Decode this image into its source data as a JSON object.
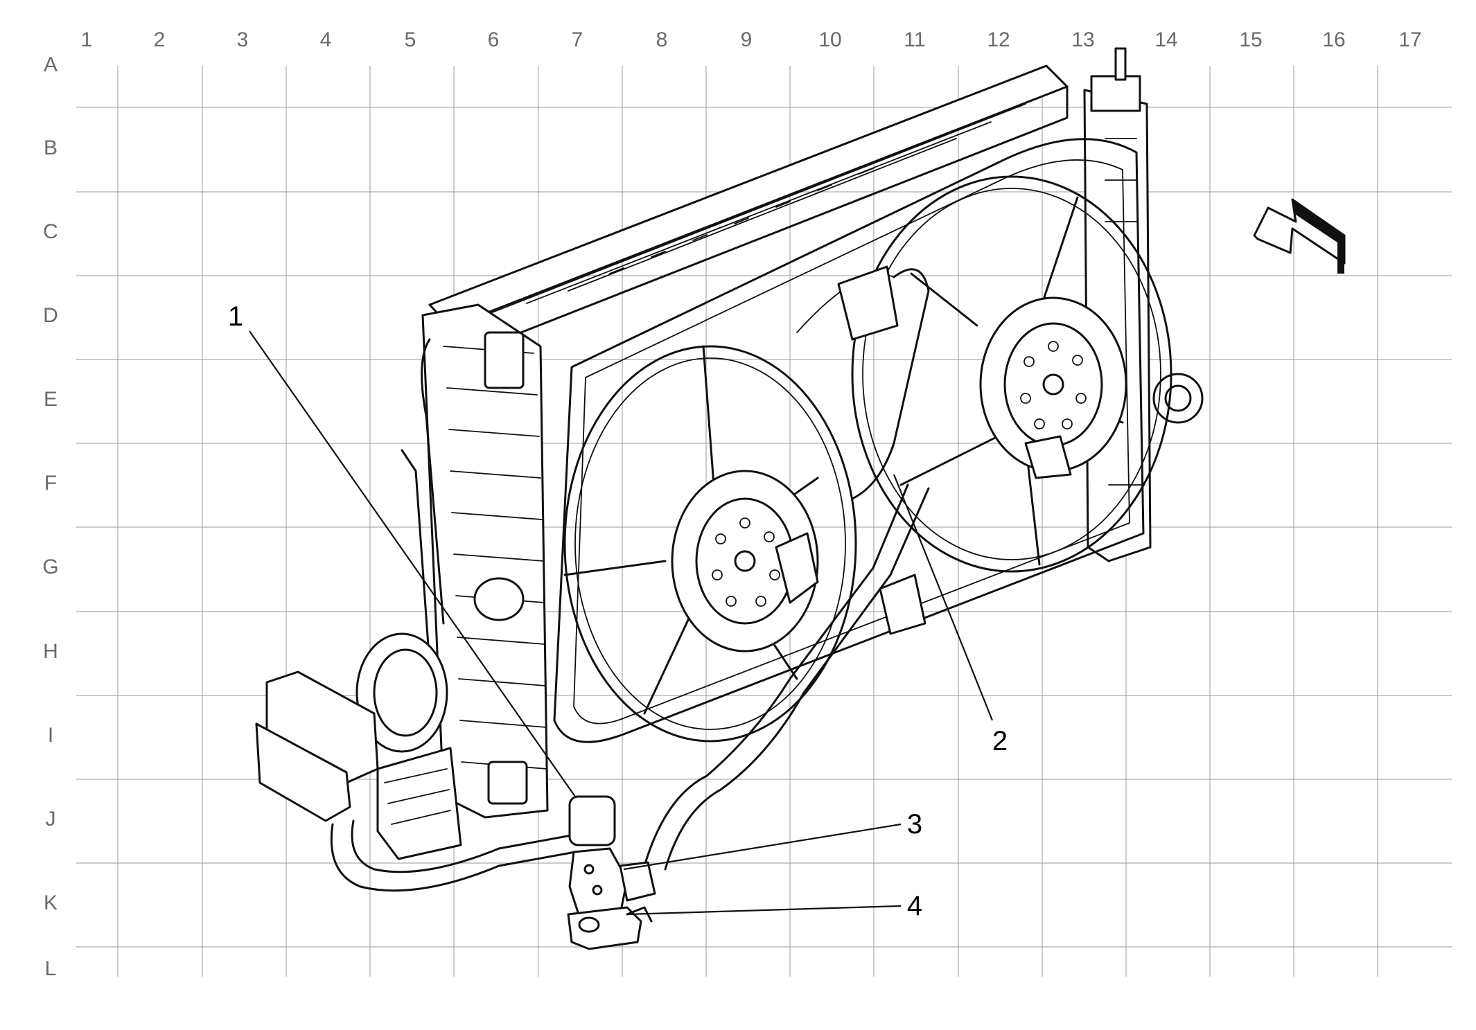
{
  "grid": {
    "columns": [
      "1",
      "2",
      "3",
      "4",
      "5",
      "6",
      "7",
      "8",
      "9",
      "10",
      "11",
      "12",
      "13",
      "14",
      "15",
      "16",
      "17"
    ],
    "rows": [
      "A",
      "B",
      "C",
      "D",
      "E",
      "F",
      "G",
      "H",
      "I",
      "J",
      "K",
      "L"
    ]
  },
  "callouts": [
    {
      "label": "1"
    },
    {
      "label": "2"
    },
    {
      "label": "3"
    },
    {
      "label": "4"
    }
  ],
  "icons": {
    "view_direction": "view-direction-arrow-icon"
  }
}
